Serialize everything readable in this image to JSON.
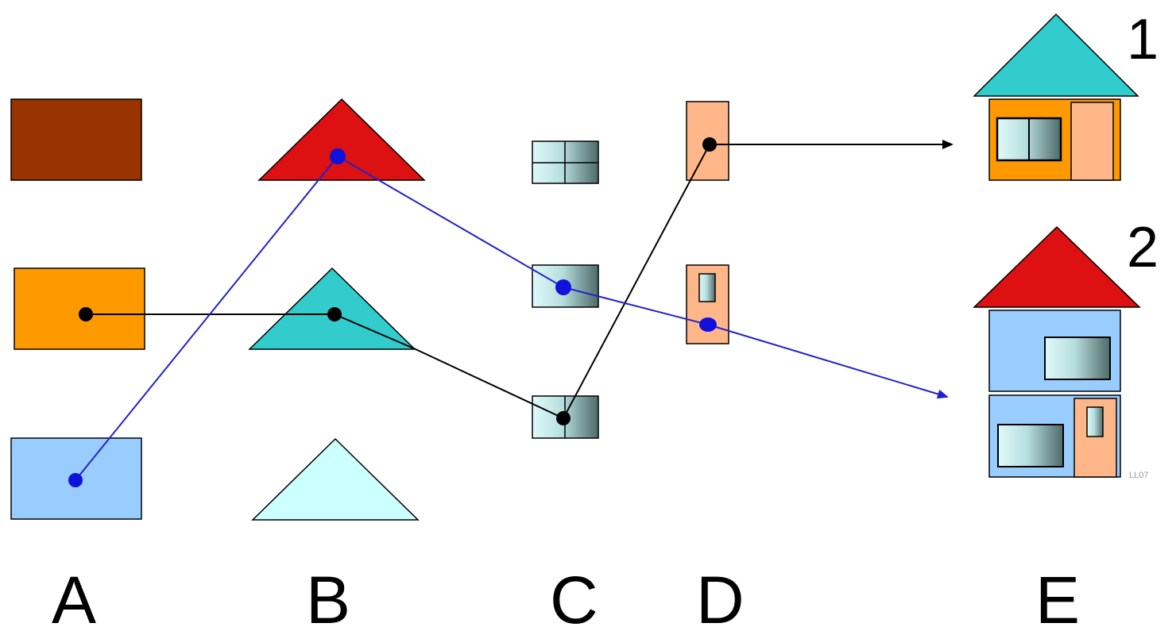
{
  "columns": {
    "a": {
      "label": "A"
    },
    "b": {
      "label": "B"
    },
    "c": {
      "label": "C"
    },
    "d": {
      "label": "D"
    },
    "e": {
      "label": "E"
    }
  },
  "houses": {
    "one": {
      "number": "1"
    },
    "two": {
      "number": "2"
    }
  },
  "watermark": "LL07",
  "colors": {
    "block_brown": "#993300",
    "block_orange": "#FF9900",
    "block_light_blue": "#99CCFF",
    "roof_red": "#DD1111",
    "roof_teal": "#33CCCC",
    "roof_pale": "#CCFFFF",
    "door_peach": "#FFB78A",
    "path_black": "#000000",
    "path_blue": "#2222CC"
  }
}
